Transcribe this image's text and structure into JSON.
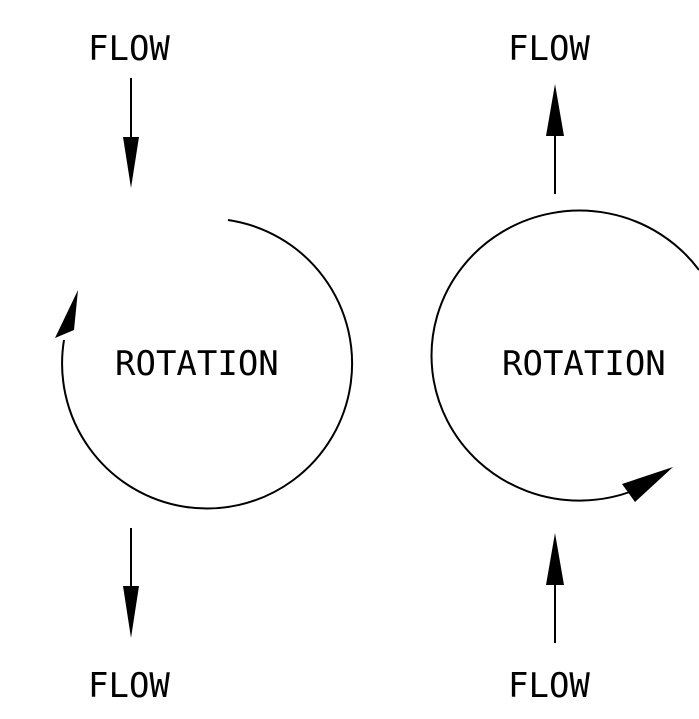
{
  "left_panel": {
    "top_label": "FLOW",
    "center_label": "ROTATION",
    "bottom_label": "FLOW",
    "flow_direction": "downward",
    "rotation_direction": "clockwise"
  },
  "right_panel": {
    "top_label": "FLOW",
    "center_label": "ROTATION",
    "bottom_label": "FLOW",
    "flow_direction": "upward",
    "rotation_direction": "counterclockwise"
  },
  "colors": {
    "line": "#000000",
    "background": "#ffffff"
  }
}
